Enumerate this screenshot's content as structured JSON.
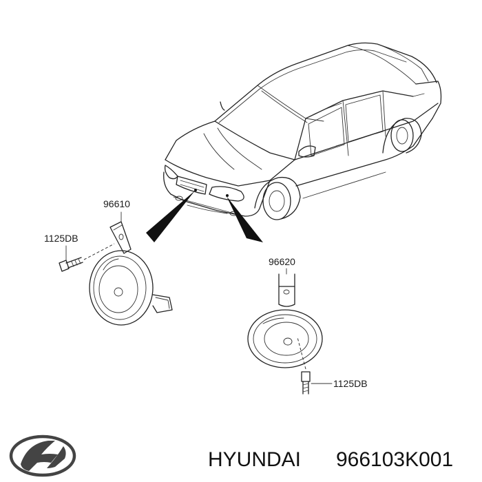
{
  "callouts": {
    "horn_left_part": "96610",
    "bolt_left_part": "1125DB",
    "horn_right_part": "96620",
    "bolt_right_part": "1125DB"
  },
  "footer": {
    "brand": "HYUNDAI",
    "part_number": "966103K001"
  },
  "colors": {
    "line": "#222222",
    "background": "#ffffff",
    "leader_fill": "#111111"
  },
  "icons": {
    "brand_logo": "hyundai-logo-icon"
  }
}
